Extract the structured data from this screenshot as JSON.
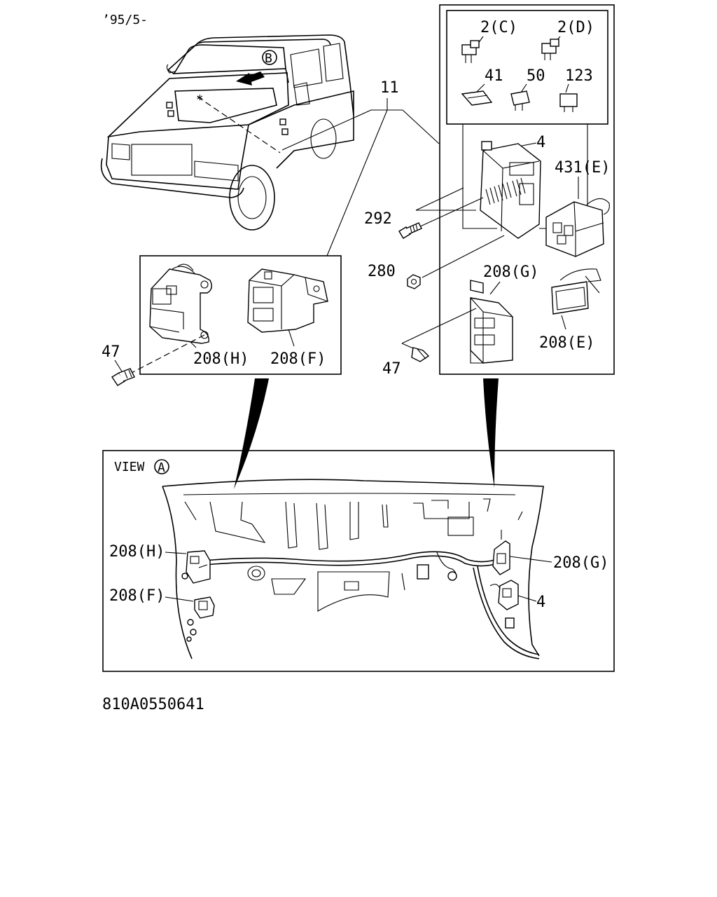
{
  "header": {
    "date_code": "’95/5-"
  },
  "view_marker": {
    "view_a_label": "VIEW",
    "letter_a": "A",
    "letter_b": "B"
  },
  "callouts": {
    "c11": "11",
    "c2c": "2(C)",
    "c2d": "2(D)",
    "c41": "41",
    "c50": "50",
    "c123": "123",
    "c4_top": "4",
    "c431e": "431(E)",
    "c292": "292",
    "c280": "280",
    "c208g_top": "208(G)",
    "c208e": "208(E)",
    "c47_right": "47",
    "c47_left": "47",
    "c208h_top": "208(H)",
    "c208f_top": "208(F)",
    "c208h_view": "208(H)",
    "c208f_view": "208(F)",
    "c208g_view": "208(G)",
    "c4_view": "4"
  },
  "footer": {
    "drawing_number": "810A0550641"
  }
}
